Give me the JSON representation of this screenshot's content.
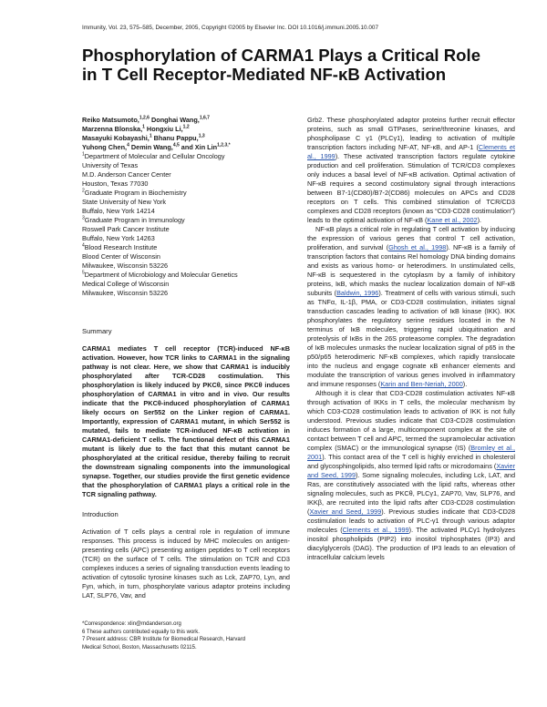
{
  "journal_line": "Immunity, Vol. 23, 575–585, December, 2005, Copyright ©2005 by Elsevier Inc.   DOI 10.1016/j.immuni.2005.10.007",
  "title_line1": "Phosphorylation of CARMA1 Plays a Critical Role",
  "title_line2": "in T Cell Receptor-Mediated NF-κB Activation",
  "authors": {
    "l1a": "Reiko Matsumoto,",
    "l1a_sup": "1,2,6",
    "l1b": " Donghai Wang,",
    "l1b_sup": "1,6,7",
    "l2a": "Marzenna Blonska,",
    "l2a_sup": "1",
    "l2b": " Hongxiu Li,",
    "l2b_sup": "1,2",
    "l3a": "Masayuki Kobayashi,",
    "l3a_sup": "1",
    "l3b": " Bhanu Pappu,",
    "l3b_sup": "1,3",
    "l4a": "Yuhong Chen,",
    "l4a_sup": "4",
    "l4b": " Demin Wang,",
    "l4b_sup": "4,5",
    "l4c": " and Xin Lin",
    "l4c_sup": "1,2,3,*"
  },
  "affiliations": [
    {
      "sup": "1",
      "text": "Department of Molecular and Cellular Oncology"
    },
    {
      "sup": "",
      "text": "University of Texas"
    },
    {
      "sup": "",
      "text": "M.D. Anderson Cancer Center"
    },
    {
      "sup": "",
      "text": "Houston, Texas 77030"
    },
    {
      "sup": "2",
      "text": "Graduate Program in Biochemistry"
    },
    {
      "sup": "",
      "text": "State University of New York"
    },
    {
      "sup": "",
      "text": "Buffalo, New York 14214"
    },
    {
      "sup": "3",
      "text": "Graduate Program in Immunology"
    },
    {
      "sup": "",
      "text": "Roswell Park Cancer Institute"
    },
    {
      "sup": "",
      "text": "Buffalo, New York 14263"
    },
    {
      "sup": "4",
      "text": "Blood Research Institute"
    },
    {
      "sup": "",
      "text": "Blood Center of Wisconsin"
    },
    {
      "sup": "",
      "text": "Milwaukee, Wisconsin 53226"
    },
    {
      "sup": "5",
      "text": "Department of Microbiology and Molecular Genetics"
    },
    {
      "sup": "",
      "text": "Medical College of Wisconsin"
    },
    {
      "sup": "",
      "text": "Milwaukee, Wisconsin 53226"
    }
  ],
  "summary_heading": "Summary",
  "summary_text": "CARMA1 mediates T cell receptor (TCR)-induced NF-κB activation. However, how TCR links to CARMA1 in the signaling pathway is not clear. Here, we show that CARMA1 is inducibly phosphorylated after TCR-CD28 costimulation. This phosphorylation is likely induced by PKCθ, since PKCθ induces phosphorylation of CARMA1 in vitro and in vivo. Our results indicate that the PKCθ-induced phosphorylation of CARMA1 likely occurs on Ser552 on the Linker region of CARMA1. Importantly, expression of CARMA1 mutant, in which Ser552 is mutated, fails to mediate TCR-induced NF-κB activation in CARMA1-deficient T cells. The functional defect of this CARMA1 mutant is likely due to the fact that this mutant cannot be phosphorylated at the critical residue, thereby failing to recruit the downstream signaling components into the immunological synapse. Together, our studies provide the first genetic evidence that the phosphorylation of CARMA1 plays a critical role in the TCR signaling pathway.",
  "intro_heading": "Introduction",
  "intro_text": "Activation of T cells plays a central role in regulation of immune responses. This process is induced by MHC molecules on antigen-presenting cells (APC) presenting antigen peptides to T cell receptors (TCR) on the surface of T cells. The stimulation on TCR and CD3 complexes induces a series of signaling transduction events leading to activation of cytosolic tyrosine kinases such as Lck, ZAP70, Lyn, and Fyn, which, in turn, phosphorylate various adaptor proteins including LAT, SLP76, Vav, and",
  "footnotes": [
    "*Correspondence: xlin@mdanderson.org",
    "6 These authors contributed equally to this work.",
    "7 Present address: CBR Institute for Biomedical Research, Harvard",
    "Medical School, Boston, Massachusetts 02115."
  ],
  "right": {
    "p1a": "Grb2. These phosphorylated adaptor proteins further recruit effector proteins, such as small GTPases, serine/threonine kinases, and phospholipase C γ1 (PLCγ1), leading to activation of multiple transcription factors including NF-AT, NF-κB, and AP-1 (",
    "p1_ref1": "Clements et al., 1999",
    "p1b": "). These activated transcription factors regulate cytokine production and cell proliferation. Stimulation of TCR/CD3 complexes only induces a basal level of NF-κB activation. Optimal activation of NF-κB requires a second costimulatory signal through interactions between B7-1(CD80)/B7-2(CD86) molecules on APCs and CD28 receptors on T cells. This combined stimulation of TCR/CD3 complexes and CD28 receptors (known as “CD3-CD28 costimulation”) leads to the optimal activation of NF-κB (",
    "p1_ref2": "Kane et al., 2002",
    "p1c": ").",
    "p2a": "NF-κB plays a critical role in regulating T cell activation by inducing the expression of various genes that control T cell activation, proliferation, and survival (",
    "p2_ref1": "Ghosh et al., 1998",
    "p2b": "). NF-κB is a family of transcription factors that contains Rel homology DNA binding domains and exists as various homo- or heterodimers. In unstimulated cells, NF-κB is sequestered in the cytoplasm by a family of inhibitory proteins, IκB, which masks the nuclear localization domain of NF-κB subunits (",
    "p2_ref2": "Baldwin, 1996",
    "p2c": "). Treatment of cells with various stimuli, such as TNFα, IL-1β, PMA, or CD3-CD28 costimulation, initiates signal transduction cascades leading to activation of IκB kinase (IKK). IKK phosphorylates the regulatory serine residues located in the N terminus of IκB molecules, triggering rapid ubiquitination and proteolysis of IκBs in the 26S proteasome complex. The degradation of IκB molecules unmasks the nuclear localization signal of p65 in the p50/p65 heterodimeric NF-κB complexes, which rapidly translocate into the nucleus and engage cognate κB enhancer elements and modulate the transcription of various genes involved in inflammatory and immune responses (",
    "p2_ref3": "Karin and Ben-Neriah, 2000",
    "p2d": ").",
    "p3a": "Although it is clear that CD3-CD28 costimulation activates NF-κB through activation of IKKs in T cells, the molecular mechanism by which CD3-CD28 costimulation leads to activation of IKK is not fully understood. Previous studies indicate that CD3-CD28 costimulation induces formation of a large, multicomponent complex at the site of contact between T cell and APC, termed the supramolecular activation complex (SMAC) or the immunological synapse (IS) (",
    "p3_ref1": "Bromley et al., 2001",
    "p3b": "). This contact area of the T cell is highly enriched in cholesterol and glycosphingolipids, also termed lipid rafts or microdomains (",
    "p3_ref2": "Xavier and Seed, 1999",
    "p3c": "). Some signaling molecules, including Lck, LAT, and Ras, are constitutively associated with the lipid rafts, whereas other signaling molecules, such as PKCθ, PLCγ1, ZAP70, Vav, SLP76, and IKKβ, are recruited into the lipid rafts after CD3-CD28 costimulation (",
    "p3_ref3": "Xavier and Seed, 1999",
    "p3d": "). Previous studies indicate that CD3-CD28 costimulation leads to activation of PLC-γ1 through various adaptor molecules (",
    "p3_ref4": "Clements et al., 1999",
    "p3e": "). The activated PLCγ1 hydrolyzes inositol phospholipids (PIP2) into inositol triphosphates (IP3) and diacylglycerols (DAG). The production of IP3 leads to an elevation of intracellular calcium levels"
  }
}
